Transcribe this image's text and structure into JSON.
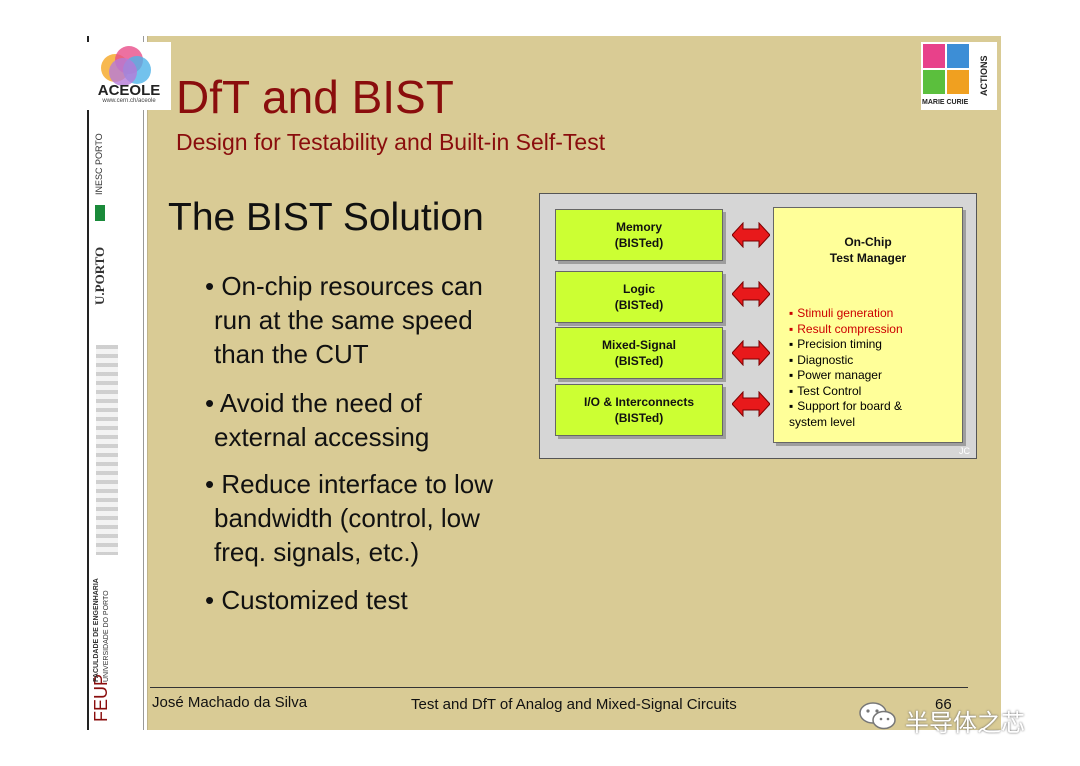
{
  "sidebar": {
    "aceole_logo": "ACEOLE",
    "aceole_url": "www.cern.ch/aceole",
    "inesc": "INESC PORTO",
    "uporto": "U.PORTO",
    "feup": "FEUP",
    "feup_full_1": "FACULDADE DE ENGENHARIA",
    "feup_full_2": "UNIVERSIDADE DO PORTO"
  },
  "slide": {
    "title": "DfT and BIST",
    "subtitle": "Design for Testability and Built-in Self-Test",
    "section": "The BIST Solution",
    "bullets": [
      {
        "line1": "• On-chip resources can",
        "line2": "run at the same speed",
        "line3": "than the CUT"
      },
      {
        "line1": "• Avoid the need of",
        "line2": "external accessing"
      },
      {
        "line1": "• Reduce interface to low",
        "line2": "bandwidth (control, low",
        "line3": "freq. signals, etc.)"
      },
      {
        "line1": "• Customized test"
      }
    ]
  },
  "marie_curie": {
    "label": "MARIE CURIE",
    "actions": "ACTIONS"
  },
  "diagram": {
    "blocks": [
      {
        "name": "Memory",
        "sub": "(BISTed)"
      },
      {
        "name": "Logic",
        "sub": "(BISTed)"
      },
      {
        "name": "Mixed-Signal",
        "sub": "(BISTed)"
      },
      {
        "name": "I/O & Interconnects",
        "sub": "(BISTed)"
      }
    ],
    "manager_title_1": "On-Chip",
    "manager_title_2": "Test Manager",
    "features": [
      "Stimuli generation",
      "Result compression",
      "Precision timing",
      "Diagnostic",
      "Power manager",
      "Test Control",
      "Support for board &"
    ],
    "feature_cont": "system level",
    "initials": "JC",
    "colors": {
      "block": "#ccff33",
      "manager": "#ffff99",
      "arrow": "#e8191b",
      "highlight": "#cc0000"
    }
  },
  "footer": {
    "author": "José Machado da Silva",
    "course": "Test and DfT of Analog and Mixed-Signal Circuits",
    "page": "66"
  },
  "watermark": {
    "text": "半导体之芯",
    "icon": "wechat-icon"
  }
}
